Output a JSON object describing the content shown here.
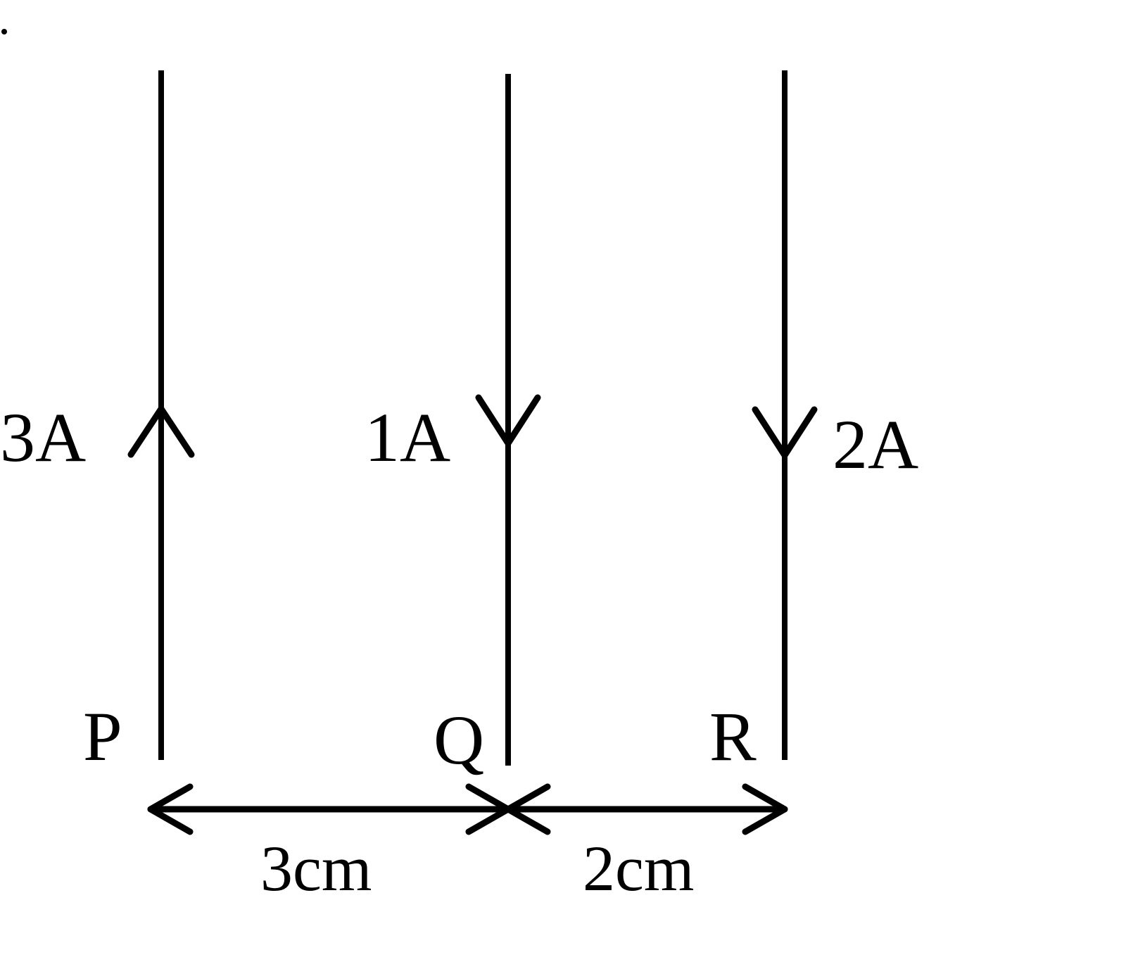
{
  "wires": [
    {
      "name": "P",
      "current": "3A",
      "direction": "up"
    },
    {
      "name": "Q",
      "current": "1A",
      "direction": "down"
    },
    {
      "name": "R",
      "current": "2A",
      "direction": "down"
    }
  ],
  "distances": {
    "pq": "3cm",
    "qr": "2cm"
  }
}
